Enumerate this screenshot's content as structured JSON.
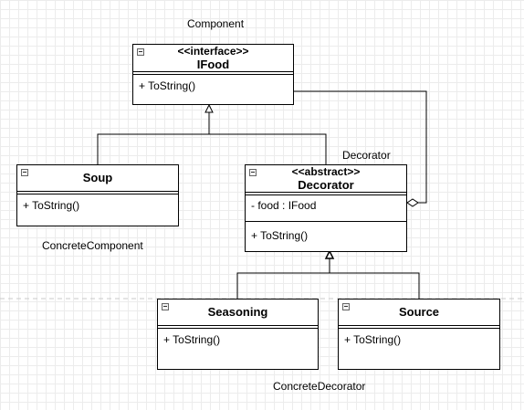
{
  "labels": {
    "component": "Component",
    "decorator": "Decorator",
    "concrete_component": "ConcreteComponent",
    "concrete_decorator": "ConcreteDecorator"
  },
  "classes": {
    "ifood": {
      "stereotype": "<<interface>>",
      "name": "IFood",
      "operations": [
        "+ ToString()"
      ]
    },
    "soup": {
      "name": "Soup",
      "operations": [
        "+ ToString()"
      ]
    },
    "decorator": {
      "stereotype": "<<abstract>>",
      "name": "Decorator",
      "attributes": [
        "- food : IFood"
      ],
      "operations": [
        "+ ToString()"
      ]
    },
    "seasoning": {
      "name": "Seasoning",
      "operations": [
        "+ ToString()"
      ]
    },
    "source": {
      "name": "Source",
      "operations": [
        "+ ToString()"
      ]
    }
  },
  "relationships": [
    {
      "from": "soup",
      "to": "ifood",
      "kind": "realization"
    },
    {
      "from": "decorator",
      "to": "ifood",
      "kind": "realization"
    },
    {
      "from": "decorator",
      "to": "ifood",
      "kind": "aggregation",
      "via": "food"
    },
    {
      "from": "seasoning",
      "to": "decorator",
      "kind": "inheritance"
    },
    {
      "from": "source",
      "to": "decorator",
      "kind": "inheritance"
    }
  ],
  "colors": {
    "line": "#000000",
    "grid": "#ececec",
    "separator": "#c8c8c8"
  }
}
